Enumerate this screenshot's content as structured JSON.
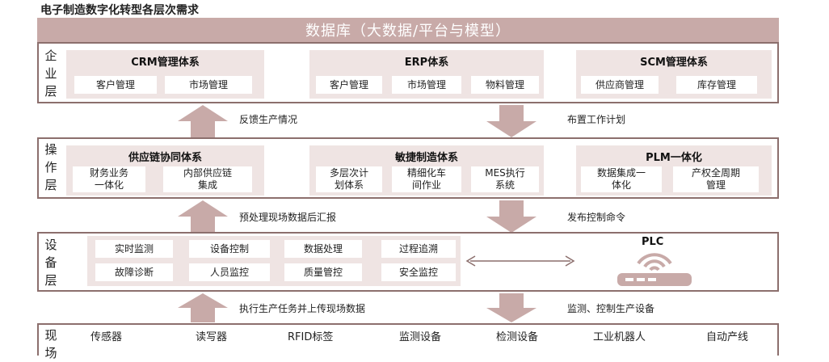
{
  "title": "电子制造数字化转型各层次需求",
  "database_bar": "数据库（大数据/平台与模型）",
  "layers": {
    "enterprise": {
      "label": [
        "企",
        "业",
        "层"
      ],
      "systems": [
        {
          "title": "CRM管理体系",
          "items": [
            "客户管理",
            "市场管理"
          ]
        },
        {
          "title": "ERP体系",
          "items": [
            "客户管理",
            "市场管理",
            "物料管理"
          ]
        },
        {
          "title": "SCM管理体系",
          "items": [
            "供应商管理",
            "库存管理"
          ]
        }
      ]
    },
    "operation": {
      "label": [
        "操",
        "作",
        "层"
      ],
      "systems": [
        {
          "title": "供应链协同体系",
          "items": [
            "财务业务\n一体化",
            "内部供应链\n集成"
          ]
        },
        {
          "title": "敏捷制造体系",
          "items": [
            "多层次计\n划体系",
            "精细化车\n间作业",
            "MES执行\n系统"
          ]
        },
        {
          "title": "PLM一体化",
          "items": [
            "数据集成一\n体化",
            "产权全周期\n管理"
          ]
        }
      ]
    },
    "equipment": {
      "label": [
        "设",
        "备",
        "层"
      ],
      "items": [
        "实时监测",
        "设备控制",
        "数据处理",
        "过程追溯",
        "故障诊断",
        "人员监控",
        "质量管控",
        "安全监控"
      ],
      "plc_label": "PLC"
    },
    "field": {
      "label": [
        "现",
        "场"
      ],
      "items": [
        "传感器",
        "读写器",
        "RFID标签",
        "监测设备",
        "检测设备",
        "工业机器人",
        "自动产线"
      ]
    }
  },
  "flows": {
    "up_1": "反馈生产情况",
    "down_1": "布置工作计划",
    "up_2": "预处理现场数据后汇报",
    "down_2": "发布控制命令",
    "up_3": "执行生产任务并上传现场数据",
    "down_3": "监测、控制生产设备"
  },
  "colors": {
    "db_bar": "#c8aaa8",
    "layer_border": "#8c6f6d",
    "panel_fill": "#efe4e3",
    "arrow_fill": "#c8aaa8"
  },
  "icons": [
    "up-arrow-icon",
    "down-arrow-icon",
    "double-arrow-icon",
    "router-icon"
  ]
}
